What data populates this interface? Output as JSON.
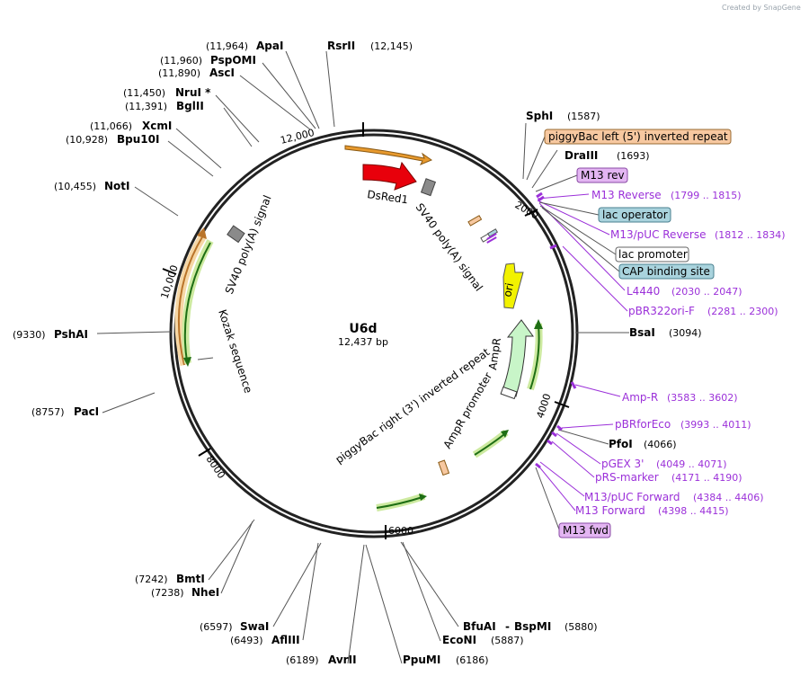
{
  "watermark": "Created by SnapGene",
  "map": {
    "name": "U6d",
    "size_label": "12,437 bp",
    "tick_labels": [
      "12,000",
      "2000",
      "4000",
      "6000",
      "8000",
      "10,000"
    ]
  },
  "features": {
    "dsred1": "DsRed1",
    "sv40_top": "SV40 poly(A) signal",
    "sv40_left": "SV40 poly(A) signal",
    "kozak": "Kozak sequence",
    "ori": "ori",
    "ampr": "AmpR",
    "ampr_promoter": "AmpR promoter",
    "piggybac_right": "piggyBac right (3') inverted repeat"
  },
  "enzymes": [
    {
      "name": "ApaI",
      "pos": "(11,964)"
    },
    {
      "name": "RsrII",
      "pos": "(12,145)"
    },
    {
      "name": "PspOMI",
      "pos": "(11,960)"
    },
    {
      "name": "AscI",
      "pos": "(11,890)"
    },
    {
      "name": "NruI *",
      "pos": "(11,450)"
    },
    {
      "name": "BglII",
      "pos": "(11,391)"
    },
    {
      "name": "XcmI",
      "pos": "(11,066)"
    },
    {
      "name": "Bpu10I",
      "pos": "(10,928)"
    },
    {
      "name": "NotI",
      "pos": "(10,455)"
    },
    {
      "name": "PshAI",
      "pos": "(9330)"
    },
    {
      "name": "PacI",
      "pos": "(8757)"
    },
    {
      "name": "BmtI",
      "pos": "(7242)"
    },
    {
      "name": "NheI",
      "pos": "(7238)"
    },
    {
      "name": "SwaI",
      "pos": "(6597)"
    },
    {
      "name": "AflIII",
      "pos": "(6493)"
    },
    {
      "name": "AvrII",
      "pos": "(6189)"
    },
    {
      "name": "PpuMI",
      "pos": "(6186)"
    },
    {
      "name": "EcoNI",
      "pos": "(5887)"
    },
    {
      "name": "BfuAI",
      "pos": ""
    },
    {
      "name": "BspMI",
      "pos": "(5880)"
    },
    {
      "name": "SphI",
      "pos": "(1587)"
    },
    {
      "name": "DraIII",
      "pos": "(1693)"
    },
    {
      "name": "BsaI",
      "pos": "(3094)"
    },
    {
      "name": "PfoI",
      "pos": "(4066)"
    }
  ],
  "primers": [
    {
      "name": "M13 Reverse",
      "pos": "(1799 .. 1815)"
    },
    {
      "name": "M13/pUC Reverse",
      "pos": "(1812 .. 1834)"
    },
    {
      "name": "L4440",
      "pos": "(2030 .. 2047)"
    },
    {
      "name": "pBR322ori-F",
      "pos": "(2281 .. 2300)"
    },
    {
      "name": "Amp-R",
      "pos": "(3583 .. 3602)"
    },
    {
      "name": "pBRforEco",
      "pos": "(3993 .. 4011)"
    },
    {
      "name": "pGEX 3'",
      "pos": "(4049 .. 4071)"
    },
    {
      "name": "pRS-marker",
      "pos": "(4171 .. 4190)"
    },
    {
      "name": "M13/pUC Forward",
      "pos": "(4384 .. 4406)"
    },
    {
      "name": "M13 Forward",
      "pos": "(4398 .. 4415)"
    }
  ],
  "boxes": [
    {
      "label": "piggyBac left (5') inverted repeat",
      "color": "#f7c8a0"
    },
    {
      "label": "M13 rev",
      "color": "#e3b5f2"
    },
    {
      "label": "lac operator",
      "color": "#a9d3dd"
    },
    {
      "label": "lac promoter",
      "color": "#ffffff"
    },
    {
      "label": "CAP binding site",
      "color": "#a9d3dd"
    },
    {
      "label": "M13 fwd",
      "color": "#e3b5f2"
    }
  ],
  "colors": {
    "dsred": "#e8000b",
    "ori": "#f2f200",
    "ampr": "#c8f5c8",
    "orange_arrow": "#e89a2e",
    "green_arrow": "#2e9a1a",
    "primer": "#9b30d9",
    "grey_box": "#8a8a8a"
  }
}
